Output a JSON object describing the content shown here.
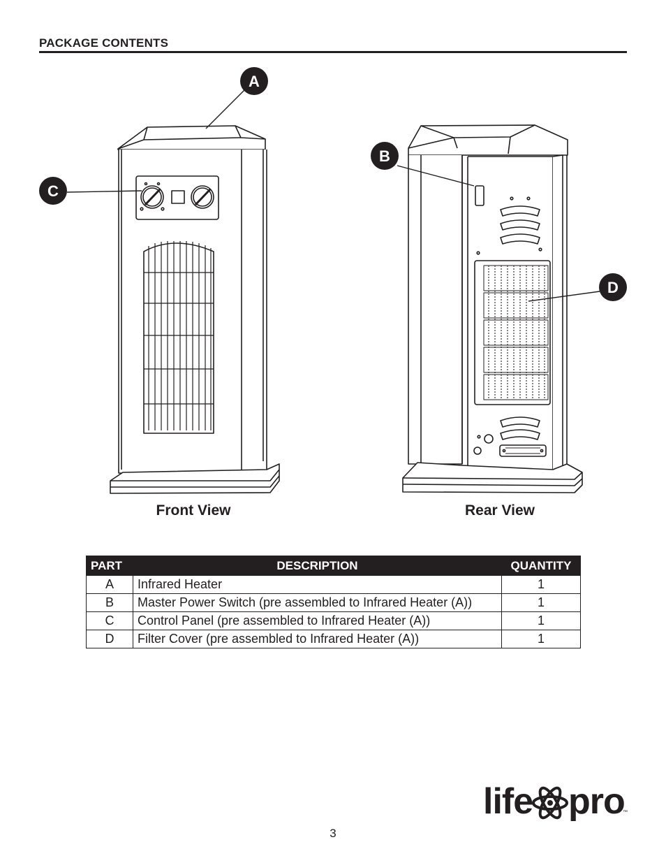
{
  "page": {
    "section_title": "PACKAGE CONTENTS",
    "page_number": "3"
  },
  "figure": {
    "callouts": {
      "a": "A",
      "b": "B",
      "c": "C",
      "d": "D"
    },
    "front_label": "Front View",
    "rear_label": "Rear View"
  },
  "table": {
    "headers": {
      "part": "PART",
      "description": "DESCRIPTION",
      "quantity": "QUANTITY"
    },
    "rows": [
      {
        "part": "A",
        "description": "Infrared Heater",
        "quantity": "1"
      },
      {
        "part": "B",
        "description": "Master Power Switch (pre assembled to Infrared Heater (A))",
        "quantity": "1"
      },
      {
        "part": "C",
        "description": "Control Panel (pre assembled to Infrared Heater (A))",
        "quantity": "1"
      },
      {
        "part": "D",
        "description": "Filter Cover (pre assembled to Infrared Heater (A))",
        "quantity": "1"
      }
    ]
  },
  "logo": {
    "text_left": "life",
    "text_right": "pro",
    "trademark": "™"
  },
  "colors": {
    "ink": "#231f20",
    "background": "#ffffff"
  }
}
